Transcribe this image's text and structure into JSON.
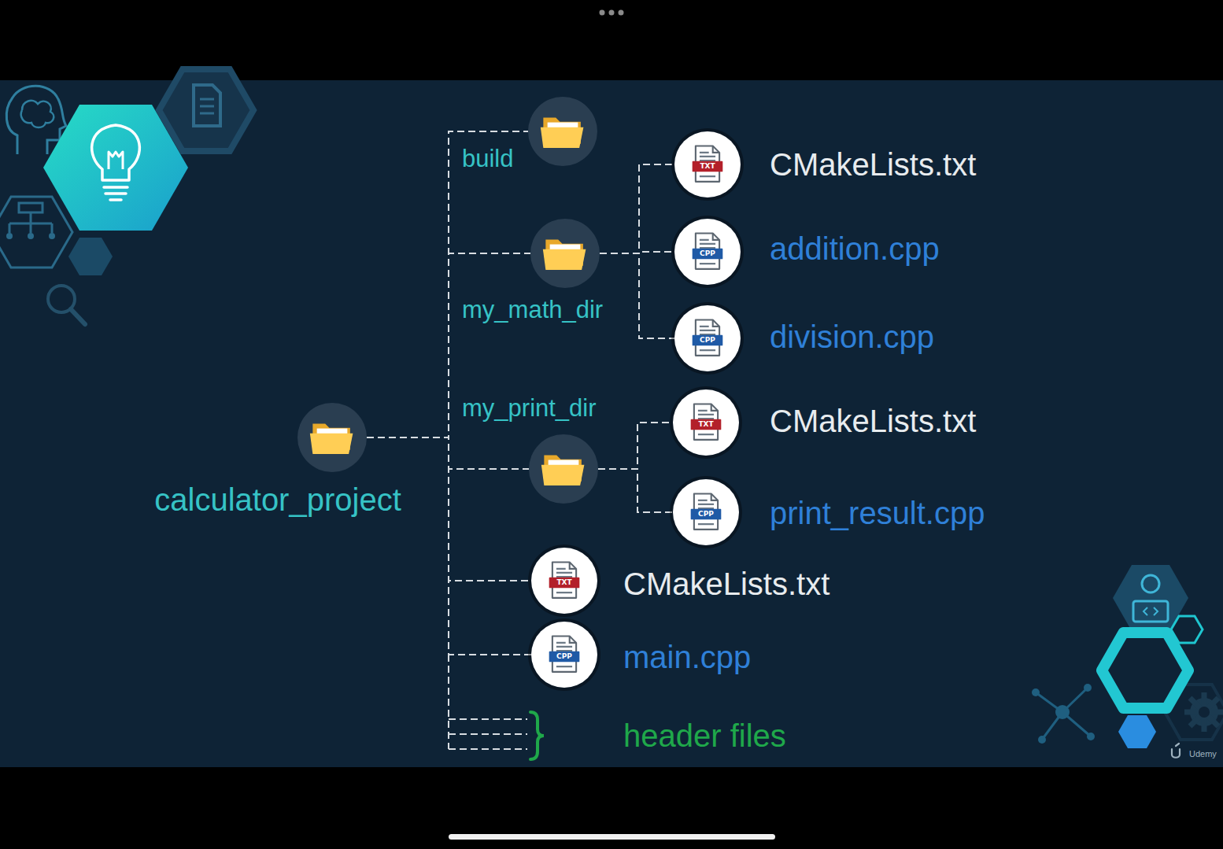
{
  "diagram": {
    "nodes": [
      {
        "text": [
          "calculator_project"
        ]
      },
      {
        "text": [
          "build"
        ]
      },
      {
        "text": [
          "my_math_dir"
        ]
      },
      {
        "text": [
          "CMakeLists.txt",
          "TXT"
        ]
      },
      {
        "text": [
          "addition.cpp",
          "CPP"
        ]
      },
      {
        "text": [
          "division.cpp",
          "CPP"
        ]
      },
      {
        "text": [
          "my_print_dir"
        ]
      },
      {
        "text": [
          "CMakeLists.txt",
          "TXT"
        ]
      },
      {
        "text": [
          "print_result.cpp",
          "CPP"
        ]
      },
      {
        "text": [
          "CMakeLists.txt",
          "TXT"
        ]
      },
      {
        "text": [
          "main.cpp",
          "CPP"
        ]
      }
    ],
    "edges": [
      {
        "from": 0,
        "to": 1,
        "arrow": "none"
      },
      {
        "from": 0,
        "to": 2,
        "arrow": "none"
      },
      {
        "from": 2,
        "to": 3,
        "arrow": "none"
      },
      {
        "from": 2,
        "to": 4,
        "arrow": "none"
      },
      {
        "from": 2,
        "to": 5,
        "arrow": "none"
      },
      {
        "from": 0,
        "to": 6,
        "arrow": "none"
      },
      {
        "from": 6,
        "to": 7,
        "arrow": "none"
      },
      {
        "from": 6,
        "to": 8,
        "arrow": "none"
      },
      {
        "from": 0,
        "to": 9,
        "arrow": "none"
      },
      {
        "from": 0,
        "to": 10,
        "arrow": "none"
      }
    ],
    "labels": [
      "header files",
      "Udemy"
    ]
  }
}
